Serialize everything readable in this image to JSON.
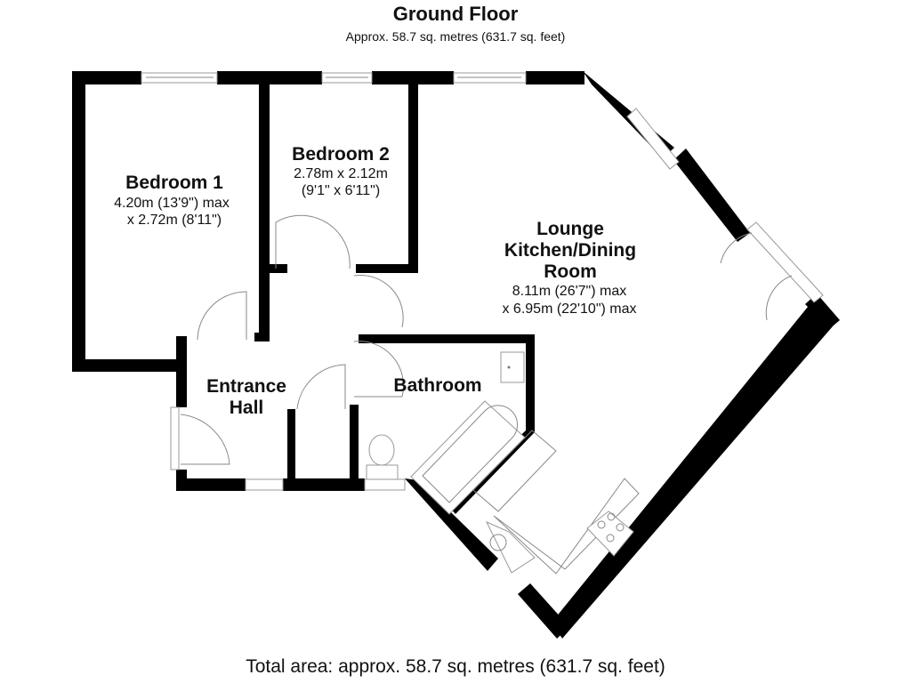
{
  "header": {
    "title": "Ground Floor",
    "subtitle": "Approx. 58.7 sq. metres (631.7 sq. feet)"
  },
  "rooms": [
    {
      "name": "Bedroom 1",
      "dim_line1": "4.20m (13'9\") max",
      "dim_line2": "x 2.72m (8'11\")"
    },
    {
      "name": "Bedroom 2",
      "dim_line1": "2.78m x 2.12m",
      "dim_line2": "(9'1\" x 6'11\")"
    },
    {
      "name_line1": "Lounge",
      "name_line2": "Kitchen/Dining",
      "name_line3": "Room",
      "dim_line1": "8.11m (26'7\") max",
      "dim_line2": "x 6.95m (22'10\") max"
    },
    {
      "name_line1": "Entrance",
      "name_line2": "Hall"
    },
    {
      "name": "Bathroom"
    }
  ],
  "fixtures": [
    "window-icon",
    "door-icon",
    "bath-icon",
    "toilet-icon",
    "basin-icon",
    "sink-icon",
    "hob-icon"
  ],
  "footer": {
    "total": "Total area: approx. 58.7 sq. metres (631.7 sq. feet)"
  }
}
